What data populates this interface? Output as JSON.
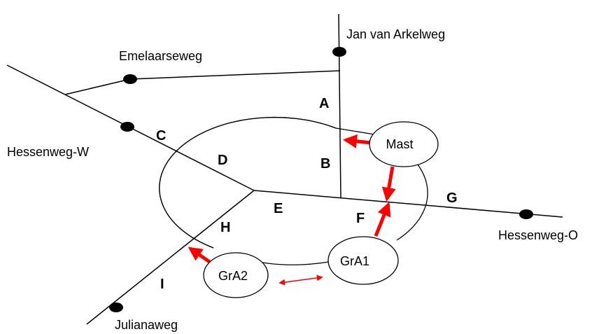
{
  "roads": {
    "jan_van_arkelweg": "Jan van Arkelweg",
    "emelaarseweg": "Emelaarseweg",
    "hessenweg_w": "Hessenweg-W",
    "hessenweg_o": "Hessenweg-O",
    "julianaweg": "Julianaweg"
  },
  "segments": [
    "A",
    "B",
    "C",
    "D",
    "E",
    "F",
    "G",
    "H",
    "I"
  ],
  "nodes": {
    "mast": "Mast",
    "gra1": "GrA1",
    "gra2": "GrA2"
  },
  "colors": {
    "arrow": "#ff0000",
    "line": "#000000"
  }
}
